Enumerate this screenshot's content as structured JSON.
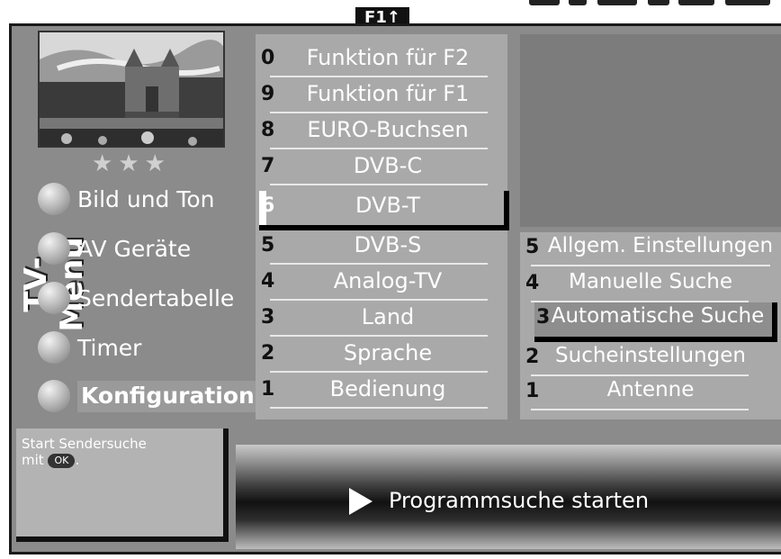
{
  "top": {
    "badge": "F1↑"
  },
  "left_menu": {
    "title": "TV-Menü",
    "stars": "★★★",
    "items": [
      {
        "label": "Bild und Ton"
      },
      {
        "label": "AV Geräte"
      },
      {
        "label": "Sendertabelle"
      },
      {
        "label": "Timer"
      },
      {
        "label": "Konfiguration",
        "active": true
      }
    ]
  },
  "config_menu": {
    "items": [
      {
        "num": "0",
        "label": "Funktion für F2"
      },
      {
        "num": "9",
        "label": "Funktion für F1"
      },
      {
        "num": "8",
        "label": "EURO-Buchsen"
      },
      {
        "num": "7",
        "label": "DVB-C"
      },
      {
        "num": "6",
        "label": "DVB-T",
        "selected": true
      },
      {
        "num": "5",
        "label": "DVB-S"
      },
      {
        "num": "4",
        "label": "Analog-TV"
      },
      {
        "num": "3",
        "label": "Land"
      },
      {
        "num": "2",
        "label": "Sprache"
      },
      {
        "num": "1",
        "label": "Bedienung"
      }
    ]
  },
  "dvbt_menu": {
    "items": [
      {
        "num": "5",
        "label": "Allgem. Einstellungen"
      },
      {
        "num": "4",
        "label": "Manuelle Suche"
      },
      {
        "num": "3",
        "label": "Automatische Suche",
        "selected": true
      },
      {
        "num": "2",
        "label": "Sucheinstellungen"
      },
      {
        "num": "1",
        "label": "Antenne"
      }
    ]
  },
  "help": {
    "line1": "Start Sendersuche",
    "line2_prefix": "mit",
    "ok_key": "OK",
    "line2_suffix": "."
  },
  "action": {
    "label": "Programmsuche starten"
  },
  "colors": {
    "panel": "#a9a9a9",
    "frame": "#8b8b8b",
    "selection_shadow": "#000000"
  }
}
